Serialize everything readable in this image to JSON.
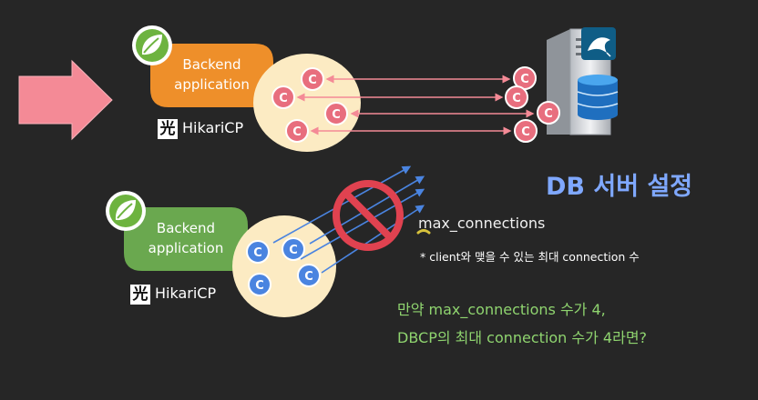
{
  "colors": {
    "background": "#262626",
    "backend_top": "#ee8f2a",
    "backend_bottom": "#6aa84f",
    "pool_fill": "#fcebc3",
    "conn_red": "#e86e7e",
    "conn_blue": "#4a84e0",
    "arrow_pink": "#f48a96",
    "title_blue": "#7fa8ff",
    "question_green": "#8fd46f",
    "prohibit_red": "#e04250"
  },
  "top": {
    "backend_label_line1": "Backend",
    "backend_label_line2": "application",
    "pool_label": "HikariCP",
    "pool_logo_glyph": "光",
    "connection_glyph": "C"
  },
  "bottom": {
    "backend_label_line1": "Backend",
    "backend_label_line2": "application",
    "pool_label": "HikariCP",
    "pool_logo_glyph": "光",
    "connection_glyph": "C"
  },
  "icons": [
    "arrow-right-icon",
    "spring-leaf-icon",
    "db-server-icon",
    "mysql-dolphin-icon",
    "prohibit-icon"
  ],
  "section_title": "DB 서버 설정",
  "config": {
    "name": "max_connections",
    "note": "* client와 맺을 수 있는 최대 connection 수"
  },
  "question": {
    "line1": "만약 max_connections 수가 4,",
    "line2": "DBCP의 최대 connection 수가 4라면?"
  }
}
